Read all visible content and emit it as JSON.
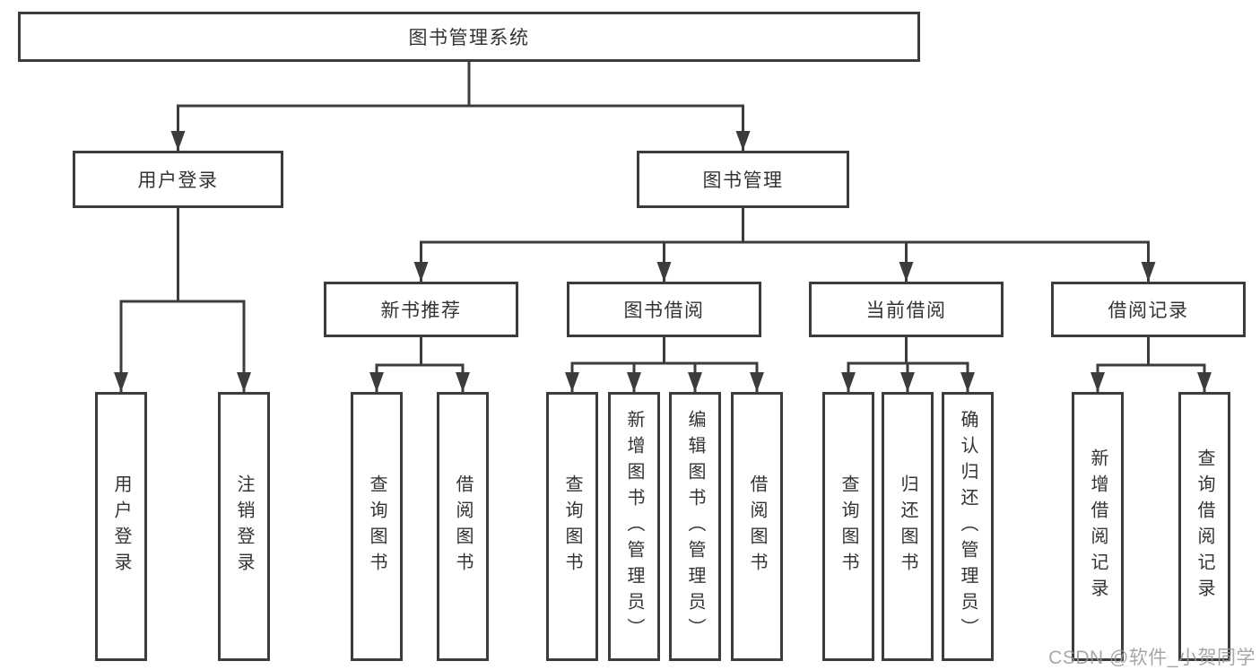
{
  "colors": {
    "background": "#ffffff",
    "line": "#3c3c3c",
    "text": "#333333",
    "watermark": "#969696"
  },
  "tree": {
    "label": "图书管理系统",
    "children": [
      {
        "label": "用户登录",
        "children": [
          {
            "label": "用户登录"
          },
          {
            "label": "注销登录"
          }
        ]
      },
      {
        "label": "图书管理",
        "children": [
          {
            "label": "新书推荐",
            "children": [
              {
                "label": "查询图书"
              },
              {
                "label": "借阅图书"
              }
            ]
          },
          {
            "label": "图书借阅",
            "children": [
              {
                "label": "查询图书"
              },
              {
                "label": "新增图书（管理员）"
              },
              {
                "label": "编辑图书（管理员）"
              },
              {
                "label": "借阅图书"
              }
            ]
          },
          {
            "label": "当前借阅",
            "children": [
              {
                "label": "查询图书"
              },
              {
                "label": "归还图书"
              },
              {
                "label": "确认归还（管理员）"
              }
            ]
          },
          {
            "label": "借阅记录",
            "children": [
              {
                "label": "新增借阅记录"
              },
              {
                "label": "查询借阅记录"
              }
            ]
          }
        ]
      }
    ]
  },
  "watermark": {
    "text": "CSDN @软件_小贺同学"
  }
}
